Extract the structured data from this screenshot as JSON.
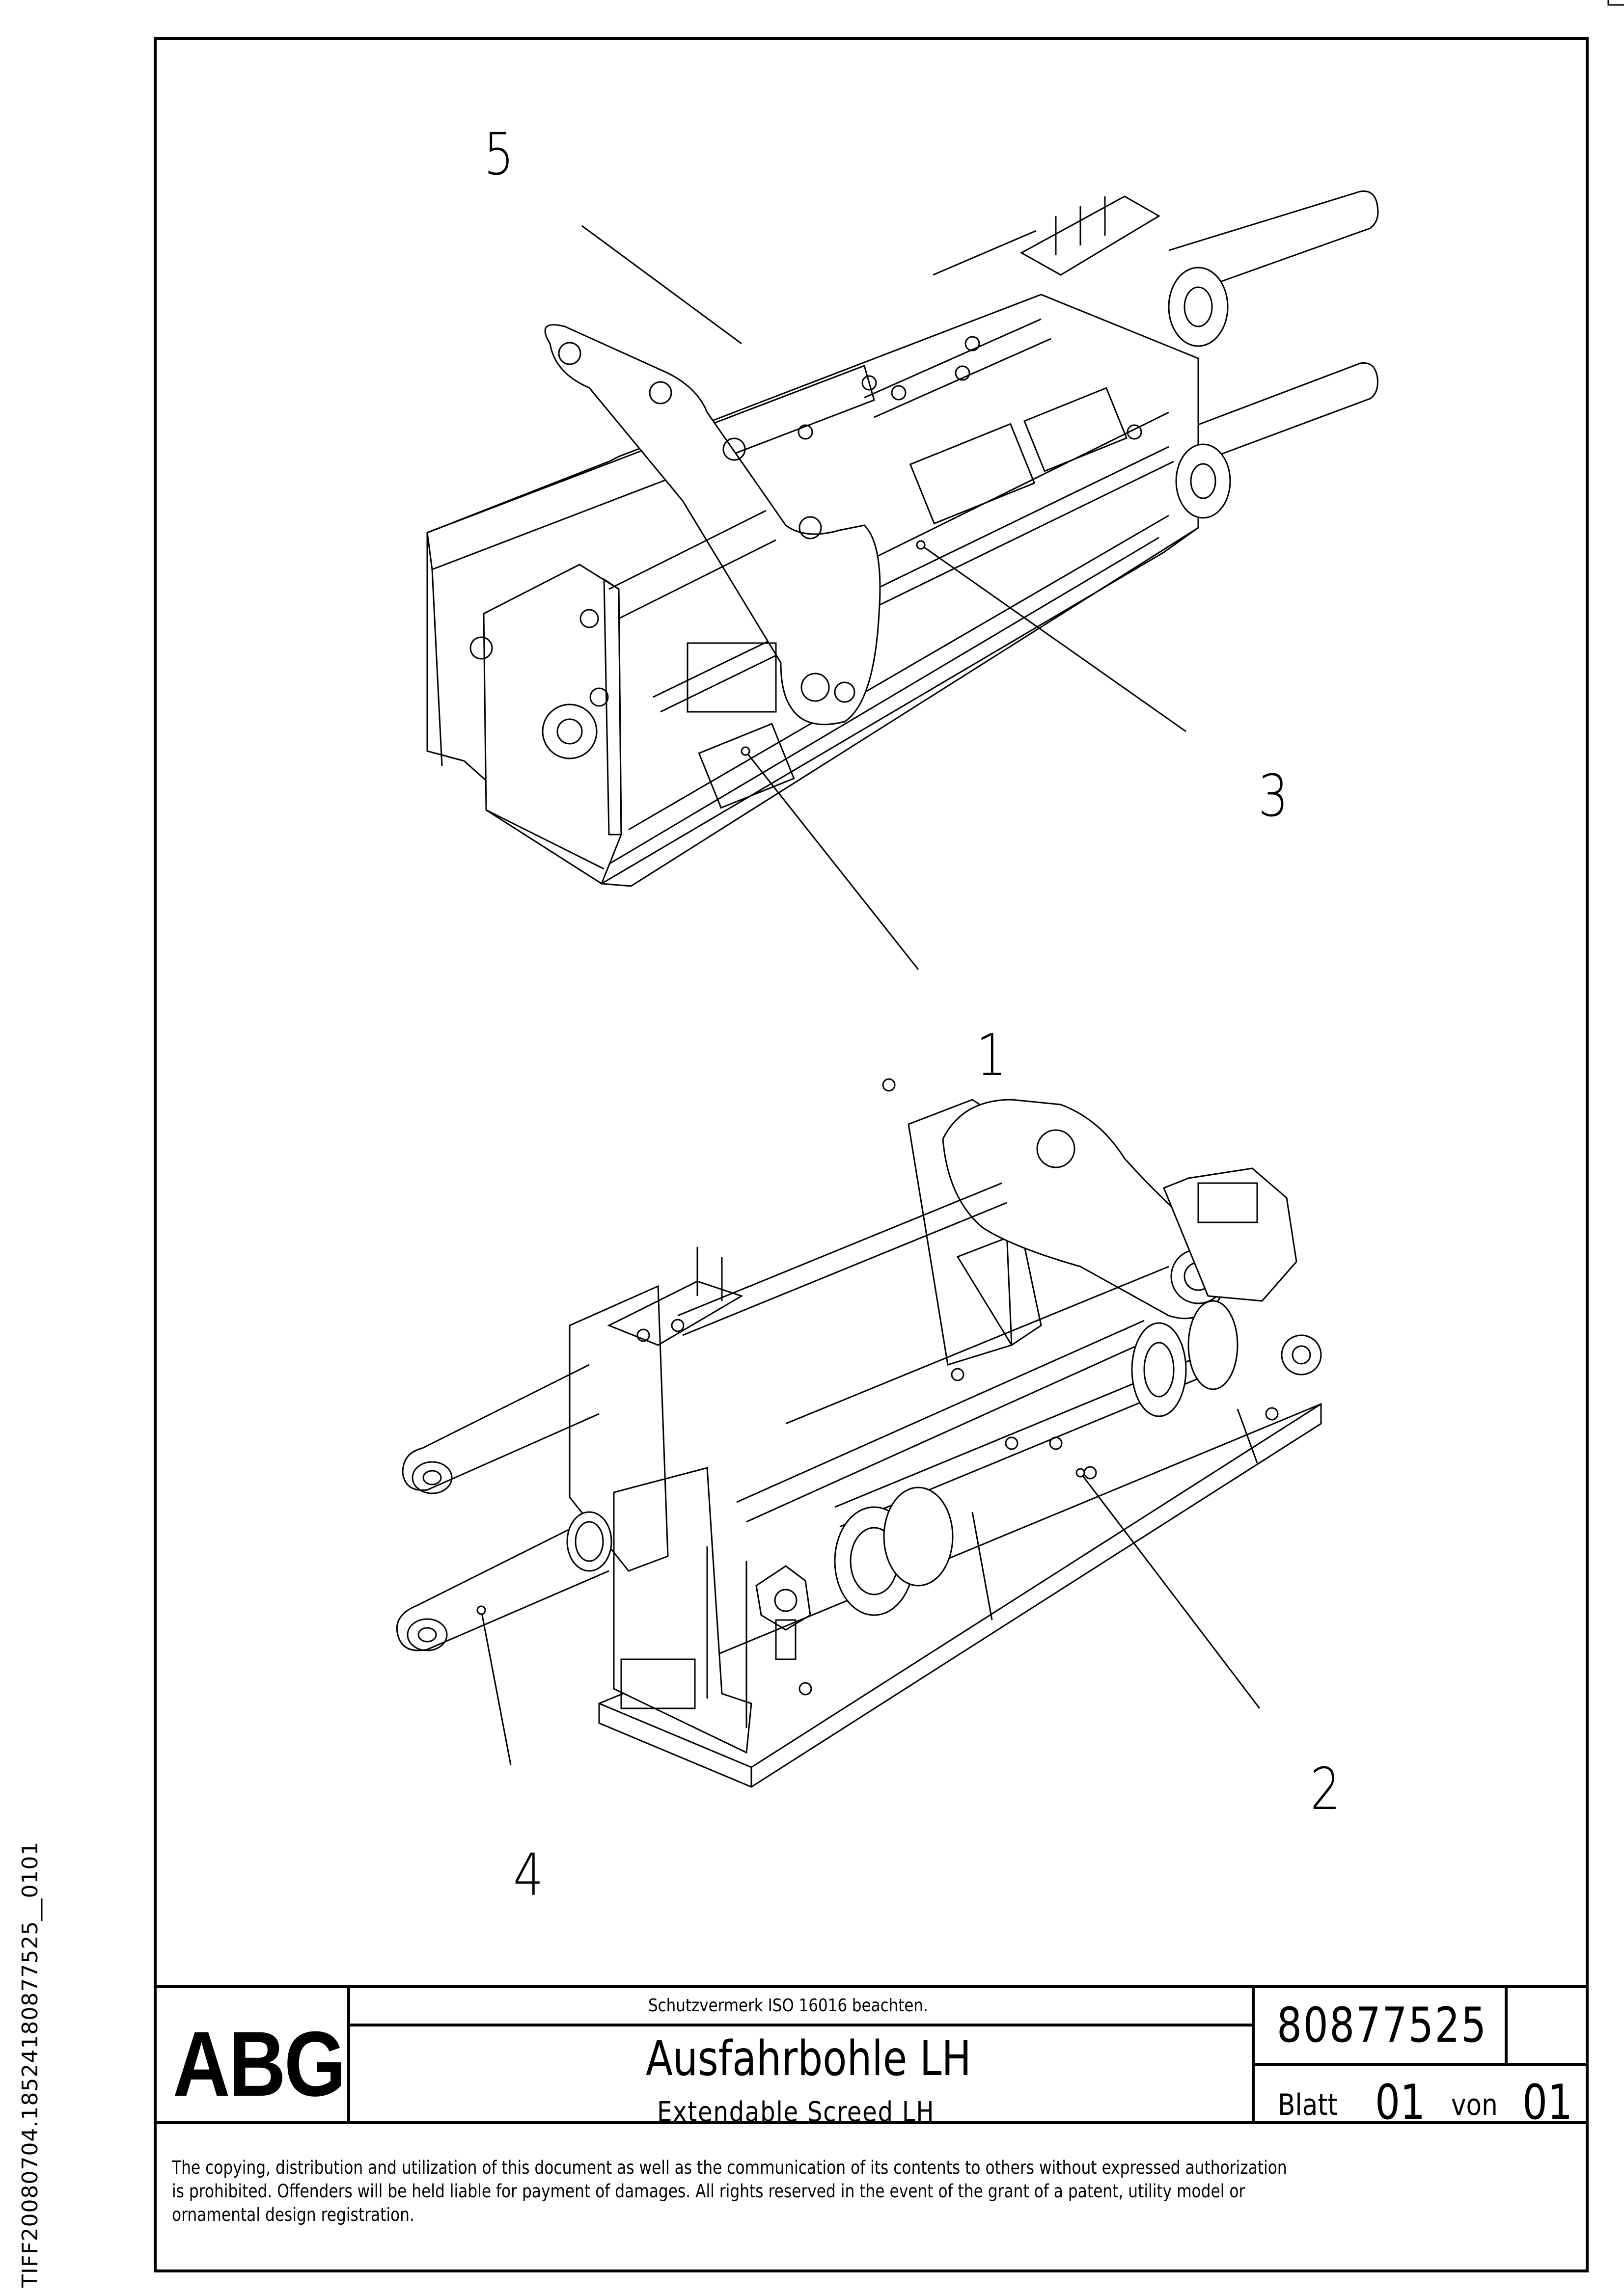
{
  "side_id": "TIFF20080704.18524180877525__0101",
  "callouts": {
    "c1": "1",
    "c2": "2",
    "c3": "3",
    "c4": "4",
    "c5": "5"
  },
  "title_block": {
    "logo": "ABG",
    "protection_note": "Schutzvermerk ISO 16016 beachten.",
    "title_de": "Ausfahrbohle LH",
    "title_en": "Extendable Screed LH",
    "part_number": "80877525",
    "sheet_label": "Blatt",
    "sheet_number": "01",
    "of_label": "von",
    "sheet_total": "01"
  },
  "legal": {
    "line1": "The copying, distribution and utilization of this document as well as the communication of its contents to others without expressed authorization",
    "line2": "is prohibited. Offenders will be held liable for payment of damages. All rights reserved in the event of the grant of a patent, utility model or",
    "line3": "ornamental design registration."
  }
}
